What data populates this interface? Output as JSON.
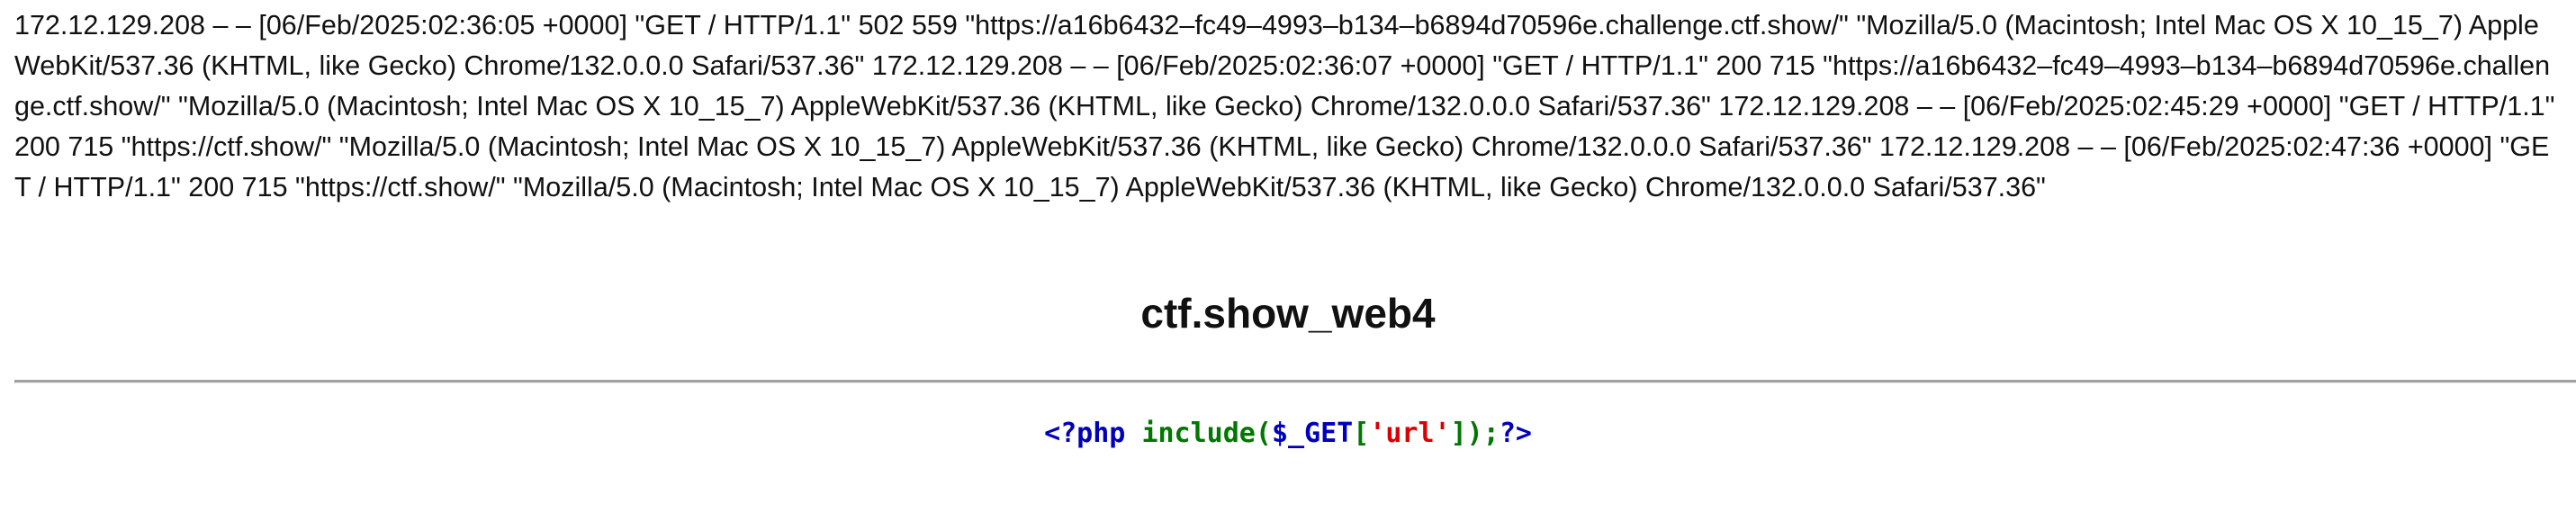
{
  "log": {
    "text": "172.12.129.208 – – [06/Feb/2025:02:36:05 +0000] \"GET / HTTP/1.1\" 502 559 \"https://a16b6432–fc49–4993–b134–b6894d70596e.challenge.ctf.show/\" \"Mozilla/5.0 (Macintosh; Intel Mac OS X 10_15_7) AppleWebKit/537.36 (KHTML, like Gecko) Chrome/132.0.0.0 Safari/537.36\" 172.12.129.208 – – [06/Feb/2025:02:36:07 +0000] \"GET / HTTP/1.1\" 200 715 \"https://a16b6432–fc49–4993–b134–b6894d70596e.challenge.ctf.show/\" \"Mozilla/5.0 (Macintosh; Intel Mac OS X 10_15_7) AppleWebKit/537.36 (KHTML, like Gecko) Chrome/132.0.0.0 Safari/537.36\" 172.12.129.208 – – [06/Feb/2025:02:45:29 +0000] \"GET / HTTP/1.1\" 200 715 \"https://ctf.show/\" \"Mozilla/5.0 (Macintosh; Intel Mac OS X 10_15_7) AppleWebKit/537.36 (KHTML, like Gecko) Chrome/132.0.0.0 Safari/537.36\" 172.12.129.208 – – [06/Feb/2025:02:47:36 +0000] \"GET / HTTP/1.1\" 200 715 \"https://ctf.show/\" \"Mozilla/5.0 (Macintosh; Intel Mac OS X 10_15_7) AppleWebKit/537.36 (KHTML, like Gecko) Chrome/132.0.0.0 Safari/537.36\""
  },
  "page": {
    "title": "ctf.show_web4"
  },
  "code": {
    "open_tag": "<?php",
    "keyword": "include",
    "open_paren": "(",
    "variable": "$_GET",
    "open_bracket": "[",
    "string": "'url'",
    "close": "]);",
    "close_tag": "?>"
  },
  "colors": {
    "php_tag": "#0000bb",
    "php_keyword": "#007700",
    "php_string": "#dd0000",
    "divider": "#a0a0a0"
  }
}
